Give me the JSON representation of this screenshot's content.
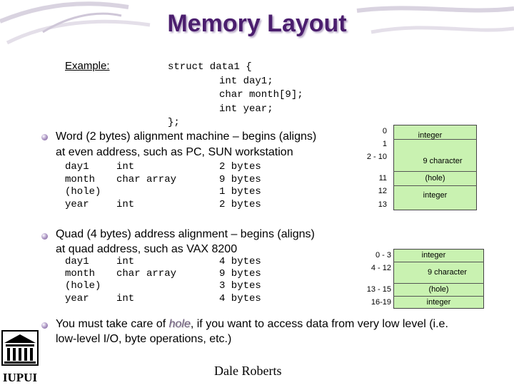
{
  "title": "Memory Layout",
  "example_label": "Example:",
  "struct_code": [
    "struct data1 {",
    "int day1;",
    "char month[9];",
    "int year;",
    "};"
  ],
  "bullet1": {
    "line1": "Word (2 bytes) alignment machine – begins (aligns)",
    "line2": "at even address, such as PC, SUN workstation",
    "rows": [
      {
        "name": "day1",
        "type": "int",
        "size": "2 bytes"
      },
      {
        "name": "month",
        "type": "char array",
        "size": "9 bytes"
      },
      {
        "name": "(hole)",
        "type": "",
        "size": "1 bytes"
      },
      {
        "name": "year",
        "type": "int",
        "size": "2 bytes"
      }
    ]
  },
  "bullet2": {
    "line1": "Quad (4 bytes) address alignment – begins (aligns)",
    "line2": "at quad address, such as VAX 8200",
    "rows": [
      {
        "name": "day1",
        "type": "int",
        "size": "4 bytes"
      },
      {
        "name": "month",
        "type": "char array",
        "size": "9 bytes"
      },
      {
        "name": "(hole)",
        "type": "",
        "size": "3 bytes"
      },
      {
        "name": "year",
        "type": "int",
        "size": "4 bytes"
      }
    ]
  },
  "bullet3": {
    "pre": "You must take care of ",
    "hole_word": "hole",
    "post": ", if you want to access data from very low level (i.e.",
    "line2": "low-level I/O, byte operations, etc.)"
  },
  "diagram1": {
    "addresses": [
      "0",
      "1",
      "2 - 10",
      "11",
      "12",
      "13"
    ],
    "cells": [
      "integer",
      "9 character",
      "(hole)",
      "integer"
    ]
  },
  "diagram2": {
    "addresses": [
      "0 - 3",
      "4 - 12",
      "13 - 15",
      "16-19"
    ],
    "cells": [
      "integer",
      "9 character",
      "(hole)",
      "integer"
    ]
  },
  "footer": "Dale Roberts",
  "logo": {
    "text": "IUPUI"
  },
  "colors": {
    "title": "#4b1e6e",
    "box": "#c9f2b1"
  }
}
